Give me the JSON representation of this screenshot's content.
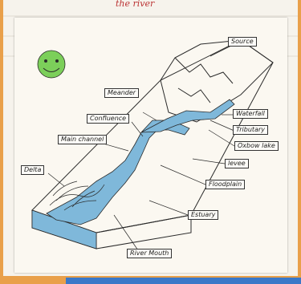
{
  "title": "the river",
  "labels": {
    "source": "Source",
    "meander": "Meander",
    "confluence": "Confluence",
    "main_channel": "Main channel",
    "waterfall": "Waterfall",
    "tributary": "Tributary",
    "oxbow": "Oxbow lake",
    "delta": "Delta",
    "levee": "levee",
    "floodplain": "Floodplain",
    "estuary": "Estuary",
    "river_mouth": "River Mouth"
  },
  "colors": {
    "water": "#7fb8da",
    "pencil": "#2a2a2a",
    "smiley": "#7ccf5a"
  }
}
